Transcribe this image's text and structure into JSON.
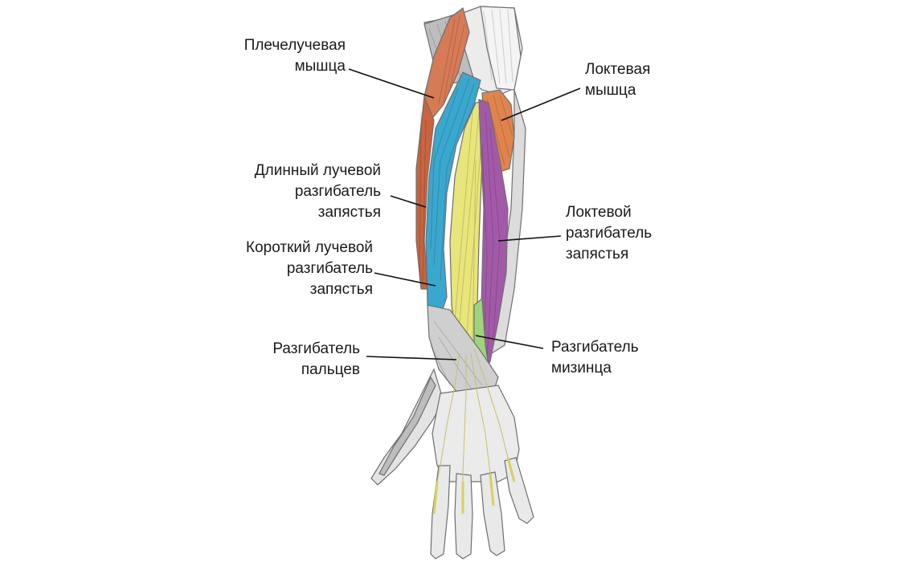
{
  "colors": {
    "brachioradialis": "#d77a56",
    "ext_carpi_radialis_longus": "#c8643f",
    "ext_carpi_radialis_brevis": "#3aa7cf",
    "anconeus": "#e0844e",
    "ext_carpi_ulnaris": "#a25aa8",
    "ext_digitorum": "#e8e57a",
    "ext_digiti_minimi": "#9ed47a",
    "bone": "#e6e6e6",
    "line": "#111111"
  },
  "labels": {
    "brachioradialis": [
      "Плечелучевая",
      "мышца"
    ],
    "anconeus": [
      "Локтевая",
      "мышца"
    ],
    "ecrl": [
      "Длинный лучевой",
      "разгибатель",
      "запястья"
    ],
    "ecu": [
      "Локтевой",
      "разгибатель",
      "запястья"
    ],
    "ecrb": [
      "Короткий лучевой",
      "разгибатель",
      "запястья"
    ],
    "ext_digitorum": [
      "Разгибатель",
      "пальцев"
    ],
    "ext_digiti_minimi": [
      "Разгибатель",
      "мизинца"
    ]
  }
}
